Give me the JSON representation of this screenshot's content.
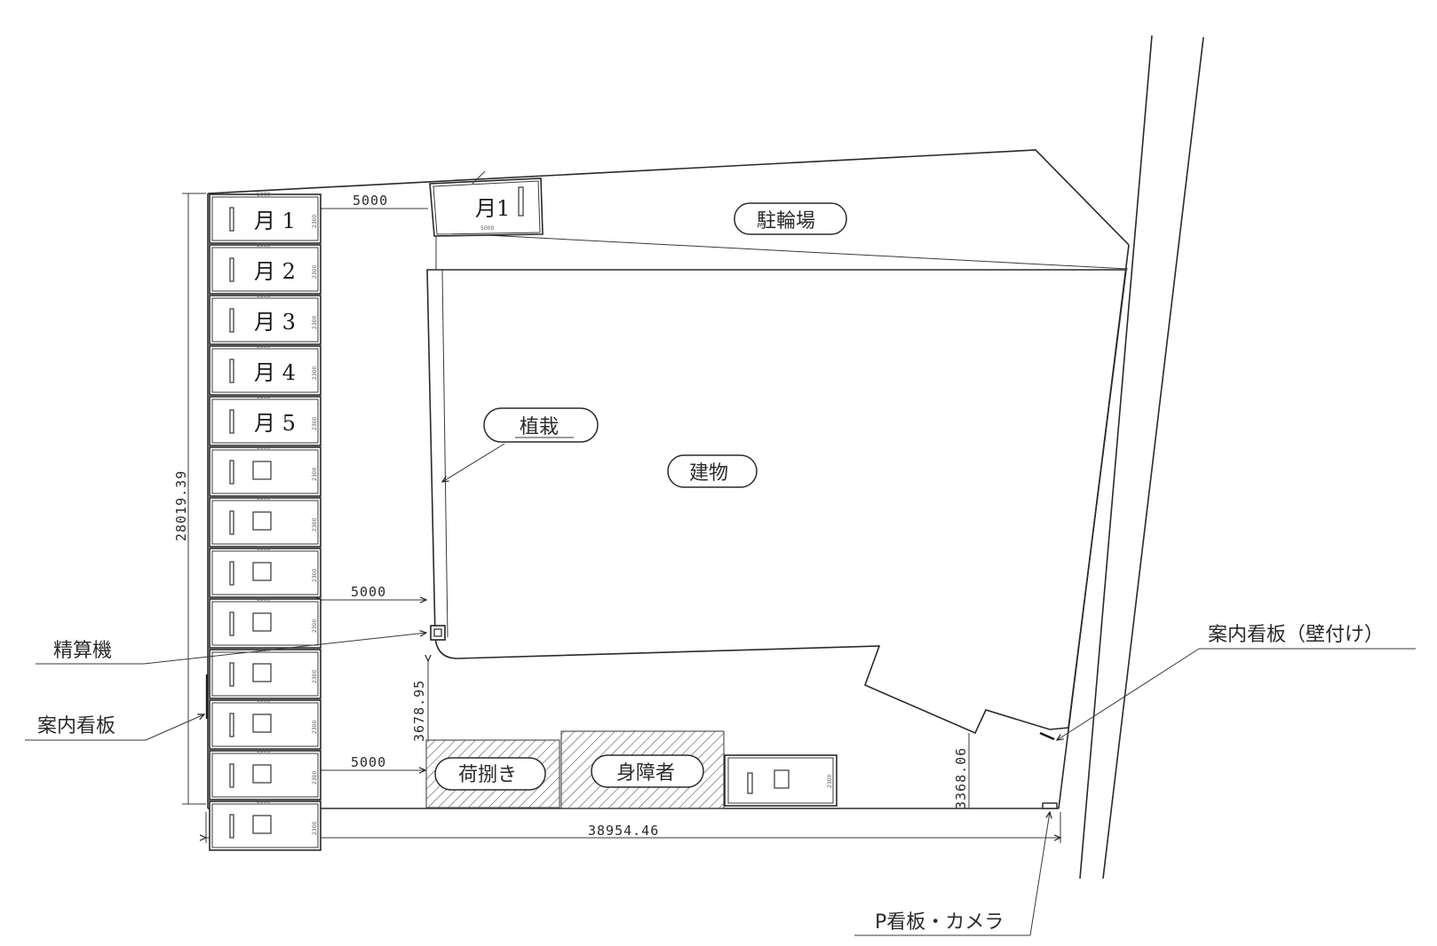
{
  "labels": {
    "bicycle_parking": "駐輪場",
    "building": "建物",
    "planting": "植栽",
    "pay_machine": "精算機",
    "guide_sign": "案内看板",
    "guide_sign_wall": "案内看板（壁付け）",
    "p_sign_camera": "P看板・カメラ",
    "loading": "荷捌き",
    "disabled": "身障者"
  },
  "dimensions": {
    "aisle_top": "5000",
    "aisle_middle": "5000",
    "aisle_bottom": "5000",
    "total_height": "28019.39",
    "total_width": "38954.46",
    "gap_left": "3678.95",
    "gap_right": "3368.06"
  },
  "stall_small": {
    "length": "5000",
    "width": "2300"
  },
  "stalls": [
    {
      "mark": "月",
      "number": "1"
    },
    {
      "mark": "月",
      "number": "2"
    },
    {
      "mark": "月",
      "number": "3"
    },
    {
      "mark": "月",
      "number": "4"
    },
    {
      "mark": "月",
      "number": "5"
    },
    {
      "mark": "",
      "number": ""
    },
    {
      "mark": "",
      "number": ""
    },
    {
      "mark": "",
      "number": ""
    },
    {
      "mark": "",
      "number": ""
    },
    {
      "mark": "",
      "number": ""
    },
    {
      "mark": "",
      "number": ""
    },
    {
      "mark": "",
      "number": ""
    },
    {
      "mark": "",
      "number": ""
    }
  ]
}
